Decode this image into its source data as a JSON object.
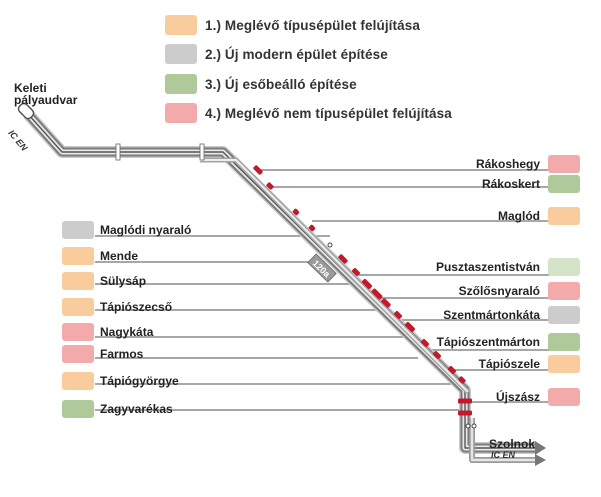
{
  "legend": [
    {
      "label": "1.) Meglévő típusépület felújítása",
      "color": "#f8cc9c"
    },
    {
      "label": "2.) Új modern épület építése",
      "color": "#cccccc"
    },
    {
      "label": "3.) Új esőbeálló építése",
      "color": "#b0c99a"
    },
    {
      "label": "4.) Meglévő nem típusépület felújítása",
      "color": "#f2aaaa"
    }
  ],
  "terminals": {
    "start_line1": "Keleti",
    "start_line2": "pályaudvar",
    "start_service": "IC EN",
    "end_name": "Szolnok",
    "end_service": "IC EN"
  },
  "line_number": "120a",
  "stations_right": [
    {
      "name": "Rákoshegy",
      "color": "#f2aaaa"
    },
    {
      "name": "Rákoskert",
      "color": "#b0c99a"
    },
    {
      "name": "Maglód",
      "color": "#f8cc9c"
    },
    {
      "name": "Pusztaszentistván",
      "color": "#d5e3c8"
    },
    {
      "name": "Szőlősnyaraló",
      "color": "#f2aaaa"
    },
    {
      "name": "Szentmártonkáta",
      "color": "#cccccc"
    },
    {
      "name": "Tápiószentmárton",
      "color": "#b0c99a"
    },
    {
      "name": "Tápiószele",
      "color": "#f8cc9c"
    },
    {
      "name": "Újszász",
      "color": "#f2aaaa"
    }
  ],
  "stations_left": [
    {
      "name": "Maglódi nyaraló",
      "color": "#cccccc"
    },
    {
      "name": "Mende",
      "color": "#f8cc9c"
    },
    {
      "name": "Sülysáp",
      "color": "#f8cc9c"
    },
    {
      "name": "Tápiószecső",
      "color": "#f8cc9c"
    },
    {
      "name": "Nagykáta",
      "color": "#f2aaaa"
    },
    {
      "name": "Farmos",
      "color": "#f2aaaa"
    },
    {
      "name": "Tápiógyörgye",
      "color": "#f8cc9c"
    },
    {
      "name": "Zagyvarékas",
      "color": "#b0c99a"
    }
  ]
}
